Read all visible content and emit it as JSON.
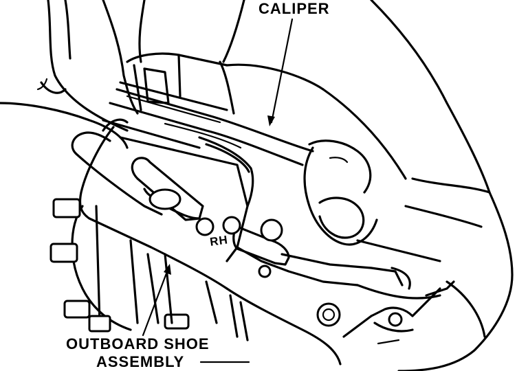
{
  "labels": {
    "caliper": "CALIPER",
    "outboard_line1": "OUTBOARD SHOE",
    "outboard_line2": "ASSEMBLY",
    "rh_marking": "RH"
  },
  "colors": {
    "ink": "#000000",
    "paper": "#ffffff"
  }
}
